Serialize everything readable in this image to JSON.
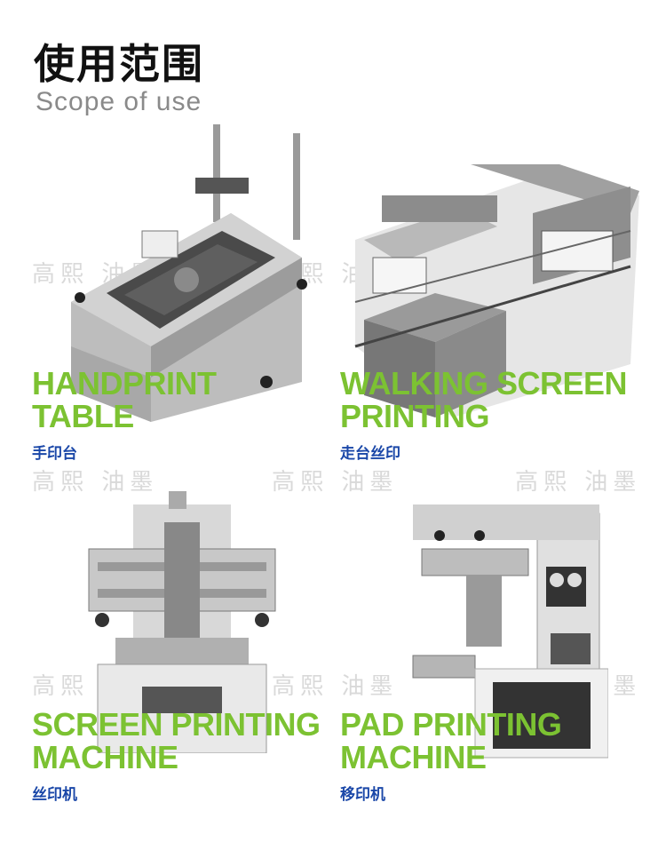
{
  "header": {
    "title": "使用范围",
    "subtitle": "Scope of use"
  },
  "watermark_text": "高熙 油墨",
  "items": [
    {
      "name_line1": "HANDPRINT",
      "name_line2": "TABLE",
      "name_zh": "手印台"
    },
    {
      "name_line1": "WALKING SCREEN",
      "name_line2": "PRINTING",
      "name_zh": "走台丝印"
    },
    {
      "name_line1": "SCREEN PRINTING",
      "name_line2": "MACHINE",
      "name_zh": "丝印机"
    },
    {
      "name_line1": "PAD PRINTING",
      "name_line2": "MACHINE",
      "name_zh": "移印机"
    }
  ],
  "colors": {
    "accent_green": "#7cc232",
    "accent_blue": "#1a47a8",
    "title": "#111111",
    "subtitle": "#8a8a8a"
  }
}
